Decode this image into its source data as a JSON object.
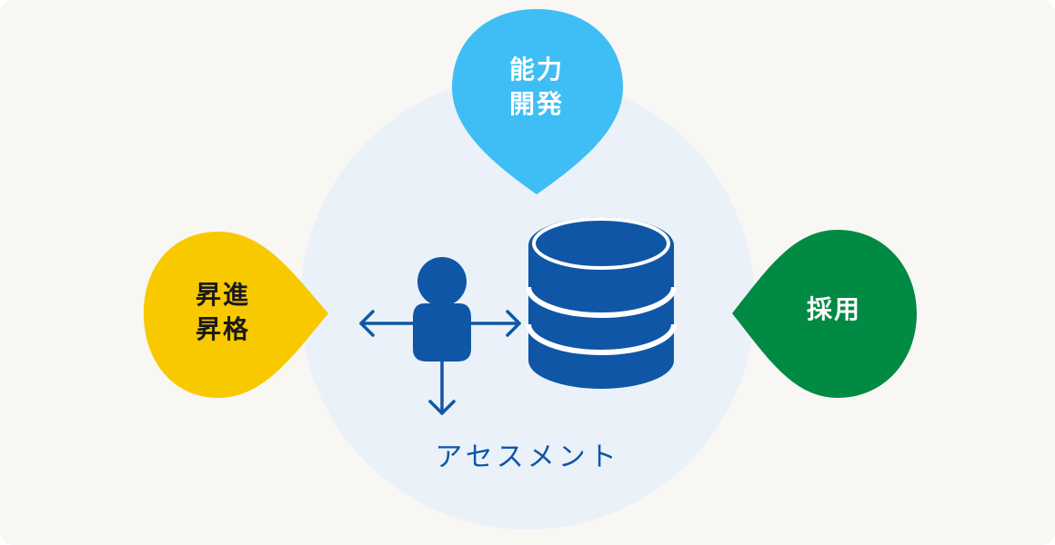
{
  "diagram": {
    "center_label": "アセスメント",
    "drops": {
      "top": {
        "label": "能力\n開発",
        "color": "#3fbef5"
      },
      "left": {
        "label": "昇進\n昇格",
        "color": "#f9c900"
      },
      "right": {
        "label": "採用",
        "color": "#008a43"
      }
    },
    "colors": {
      "background": "#f8f7f4",
      "circle": "#eaf1f8",
      "primary_blue": "#0f56a6"
    },
    "icons": [
      "person-icon",
      "database-icon",
      "arrow-left-icon",
      "arrow-right-icon",
      "arrow-down-icon"
    ]
  }
}
